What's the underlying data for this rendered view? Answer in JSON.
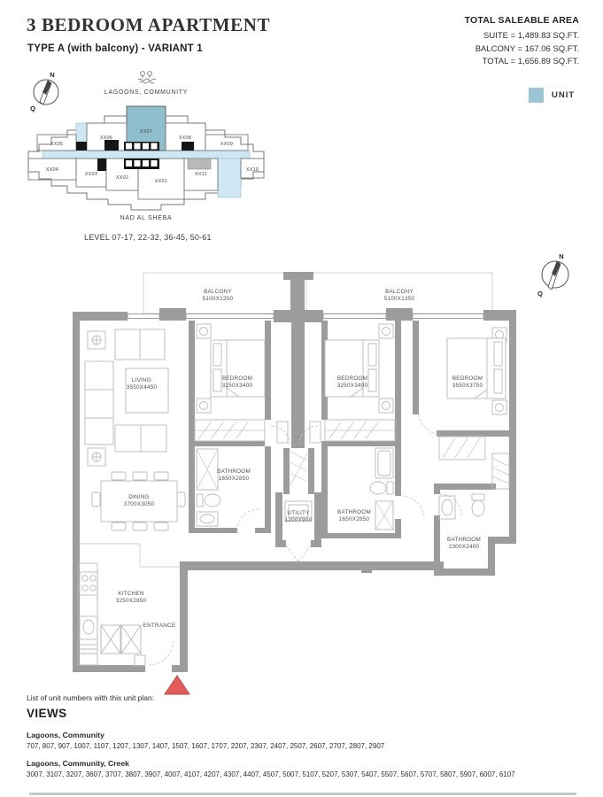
{
  "header": {
    "title": "3 BEDROOM APARTMENT",
    "subtitle": "TYPE A (with balcony) - VARIANT 1"
  },
  "saleable_area": {
    "heading": "TOTAL SALEABLE AREA",
    "suite": "SUITE = 1,489.83 SQ.FT.",
    "balcony": "BALCONY = 167.06 SQ.FT.",
    "total": "TOTAL = 1,656.89 SQ.FT."
  },
  "legend": {
    "unit": "UNIT",
    "unit_color": "#9cc4d2"
  },
  "key_plan": {
    "top_label": "LAGOONS, COMMUNITY",
    "bottom_label": "NAD AL SHEBA",
    "level": "LEVEL 07-17, 22-32, 36-45, 50-61",
    "compass_n": "N",
    "compass_q": "Q",
    "highlighted_unit": "XX07",
    "units": {
      "xx01": "XX01",
      "xx02": "XX02",
      "xx03": "XX03",
      "xx04": "XX04",
      "xx05": "XX05",
      "xx06": "XX06",
      "xx08": "XX08",
      "xx09": "XX09",
      "xx10": "XX10",
      "xx11": "XX11"
    }
  },
  "floor_plan": {
    "compass_n": "N",
    "compass_q": "Q",
    "entrance": "ENTRANCE",
    "rooms": {
      "balcony_left": {
        "label": "BALCONY",
        "dims": "5100X1350"
      },
      "balcony_right": {
        "label": "BALCONY",
        "dims": "5100X1350"
      },
      "living": {
        "label": "LIVING",
        "dims": "3550X4450"
      },
      "dining": {
        "label": "DINING",
        "dims": "3700X3050"
      },
      "kitchen": {
        "label": "KITCHEN",
        "dims": "3250X2850"
      },
      "bedroom1": {
        "label": "BEDROOM",
        "dims": "3250X3400"
      },
      "bedroom2": {
        "label": "BEDROOM",
        "dims": "3250X3400"
      },
      "bedroom3": {
        "label": "BEDROOM",
        "dims": "3550X3750"
      },
      "bathroom1": {
        "label": "BATHROOM",
        "dims": "1650X2850"
      },
      "bathroom2": {
        "label": "BATHROOM",
        "dims": "1650X2850"
      },
      "bathroom3": {
        "label": "BATHROOM",
        "dims": "2300X2400"
      },
      "utility": {
        "label": "UTILITY",
        "dims": "1200X900"
      }
    }
  },
  "footer": {
    "intro": "List of unit numbers with this unit plan:",
    "heading": "VIEWS",
    "views": [
      {
        "name": "Lagoons, Community",
        "units": "707, 807, 907, 1007, 1107, 1207, 1307, 1407, 1507, 1607, 1707, 2207, 2307, 2407, 2507, 2607, 2707, 2807, 2907"
      },
      {
        "name": "Lagoons, Community, Creek",
        "units": "3007, 3107, 3207, 3607, 3707, 3807, 3907, 4007, 4107, 4207, 4307, 4407, 4507, 5007, 5107, 5207, 5307, 5407, 5507, 5607, 5707, 5807, 5907, 6007, 6107"
      }
    ]
  }
}
